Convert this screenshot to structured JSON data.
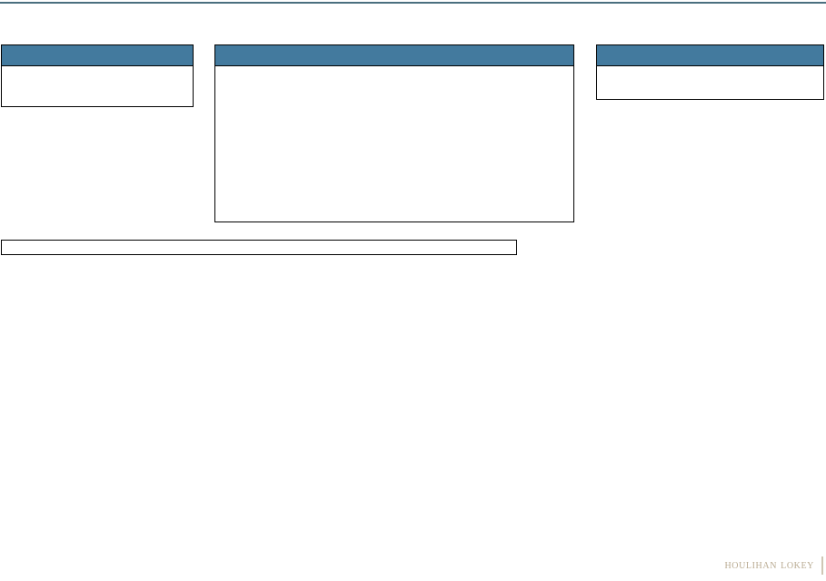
{
  "slide": {
    "title": "",
    "background_color": "#ffffff",
    "top_rule_color": "#4a6f7f"
  },
  "boxes": [
    {
      "name": "left",
      "header_label": "",
      "body_text": "",
      "header_color": "#437a9e",
      "border_color": "#000000"
    },
    {
      "name": "center",
      "header_label": "",
      "body_text": "",
      "header_color": "#437a9e",
      "border_color": "#000000"
    },
    {
      "name": "right",
      "header_label": "",
      "body_text": "",
      "header_color": "#437a9e",
      "border_color": "#000000"
    }
  ],
  "footnote": {
    "text": ""
  },
  "footer": {
    "brand_name": "Houlihan Lokey",
    "brand_color": "#b9ab92",
    "divider_color": "#cfc6b4"
  },
  "page_number": ""
}
